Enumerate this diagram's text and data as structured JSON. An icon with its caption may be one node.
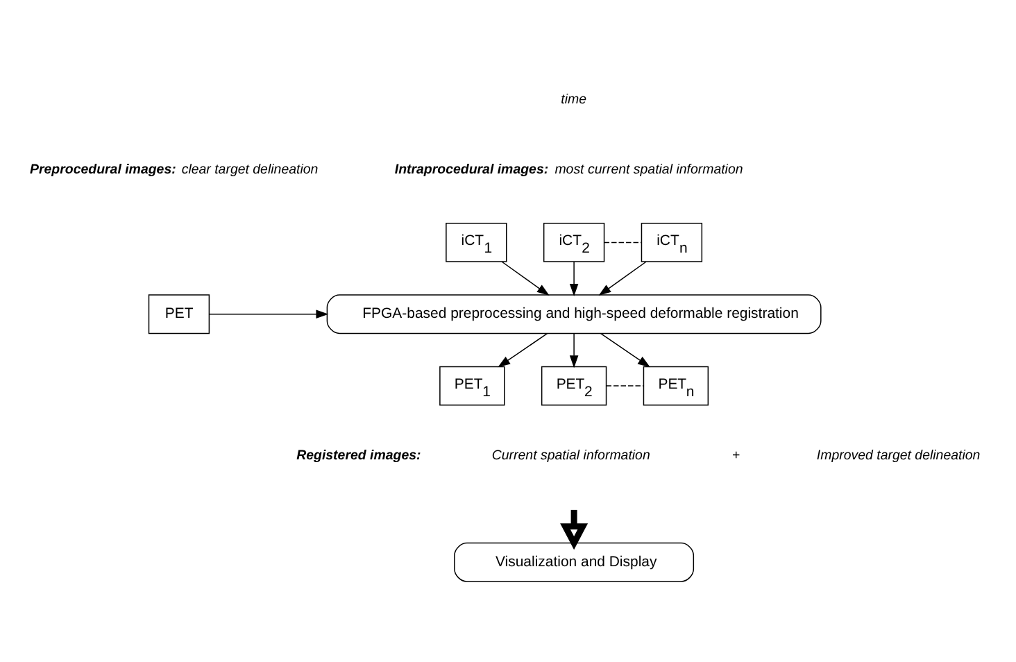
{
  "diagram": {
    "nodes": [
      {
        "text": [
          "PET"
        ]
      },
      {
        "text": [
          "iCT$_{1}$"
        ]
      },
      {
        "text": [
          "iCT$_{2}$"
        ]
      },
      {
        "text": [
          "iCT$_{n}$"
        ]
      },
      {
        "text": [
          "FPGA-based preprocessing and high-speed deformable registration"
        ]
      },
      {
        "text": [
          "PET$_{1}$"
        ]
      },
      {
        "text": [
          "PET$_{2}$"
        ]
      },
      {
        "text": [
          "PET$_{n}$"
        ]
      },
      {
        "text": [
          "Visualization and Display"
        ]
      }
    ],
    "edges": [
      {
        "from": 1,
        "to": 4,
        "arrow": "to"
      },
      {
        "from": 2,
        "to": 4,
        "arrow": "to"
      },
      {
        "from": 3,
        "to": 4,
        "arrow": "to"
      },
      {
        "from": 2,
        "to": 3,
        "arrow": "none",
        "style": "dashed"
      },
      {
        "from": 0,
        "to": 4,
        "arrow": "to"
      },
      {
        "from": 4,
        "to": 5,
        "arrow": "to"
      },
      {
        "from": 4,
        "to": 6,
        "arrow": "to"
      },
      {
        "from": 4,
        "to": 7,
        "arrow": "to"
      },
      {
        "from": 6,
        "to": 7,
        "arrow": "none",
        "style": "dashed"
      },
      {
        "from": null,
        "to": 8,
        "arrow": "to",
        "style": "thick"
      }
    ],
    "labels": [
      "time",
      "**Preprocedural images:** clear target delineation",
      "**Intraprocedural images:** most current spatial information",
      "**Registered images:**",
      "Current spatial information",
      "+",
      "Improved target delineation"
    ]
  }
}
